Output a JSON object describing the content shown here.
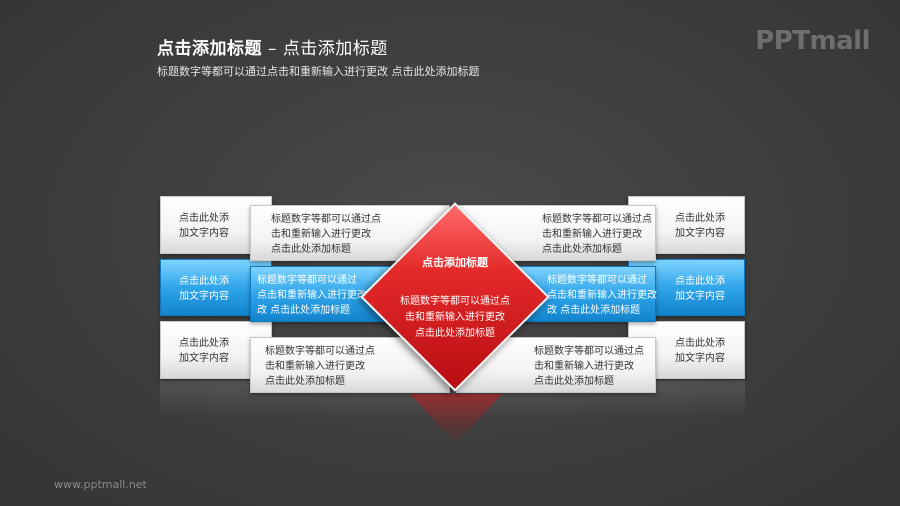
{
  "header": {
    "title_main": "点击添加标题",
    "title_sep": " – ",
    "title_sub": "点击添加标题",
    "subtitle": "标题数字等都可以通过点击和重新输入进行更改 点击此处添加标题"
  },
  "logo": {
    "text": "PPTmall"
  },
  "footer": {
    "url": "www.pptmall.net"
  },
  "diagram": {
    "center": {
      "title": "点击添加标题",
      "text": "标题数字等都可以通过点击和重新输入进行更改 点击此处添加标题"
    },
    "left_outer": [
      {
        "line1": "点击此处添",
        "line2": "加文字内容"
      },
      {
        "line1": "点击此处添",
        "line2": "加文字内容"
      },
      {
        "line1": "点击此处添",
        "line2": "加文字内容"
      }
    ],
    "right_outer": [
      {
        "line1": "点击此处添",
        "line2": "加文字内容"
      },
      {
        "line1": "点击此处添",
        "line2": "加文字内容"
      },
      {
        "line1": "点击此处添",
        "line2": "加文字内容"
      }
    ],
    "left_inner": [
      {
        "line1": "标题数字等都可以通过点",
        "line2": "击和重新输入进行更改",
        "line3": "点击此处添加标题"
      },
      {
        "line1": "标题数字等都可以通过",
        "line2": "点击和重新输入进行更改",
        "line3": "改 点击此处添加标题"
      },
      {
        "line1": "标题数字等都可以通过点",
        "line2": "击和重新输入进行更改",
        "line3": "点击此处添加标题"
      }
    ],
    "right_inner": [
      {
        "line1": "标题数字等都可以通过点",
        "line2": "击和重新输入进行更改",
        "line3": "点击此处添加标题"
      },
      {
        "line1": "标题数字等都可以通过",
        "line2": "点击和重新输入进行更改",
        "line3": "改 点击此处添加标题"
      },
      {
        "line1": "标题数字等都可以通过点",
        "line2": "击和重新输入进行更改",
        "line3": "点击此处添加标题"
      }
    ],
    "colors": {
      "accent_red": "#d81e24",
      "accent_blue": "#1e9be2",
      "card": "#f4f4f4"
    }
  }
}
